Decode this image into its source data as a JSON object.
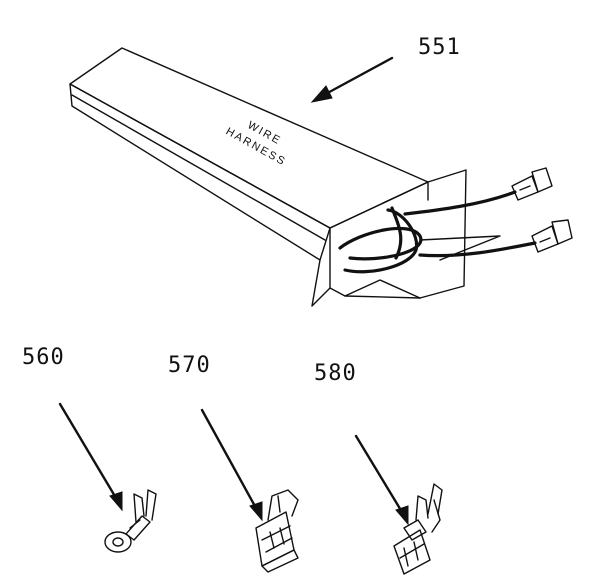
{
  "diagram": {
    "parts": [
      {
        "callout": "551",
        "name": "wire-harness-box",
        "box_text": [
          "WIRE",
          "HARNESS"
        ]
      },
      {
        "callout": "560",
        "name": "ring-terminal"
      },
      {
        "callout": "570",
        "name": "flag-terminal"
      },
      {
        "callout": "580",
        "name": "female-spade-terminal"
      }
    ],
    "colors": {
      "ink": "#111111",
      "paper": "#ffffff"
    }
  }
}
